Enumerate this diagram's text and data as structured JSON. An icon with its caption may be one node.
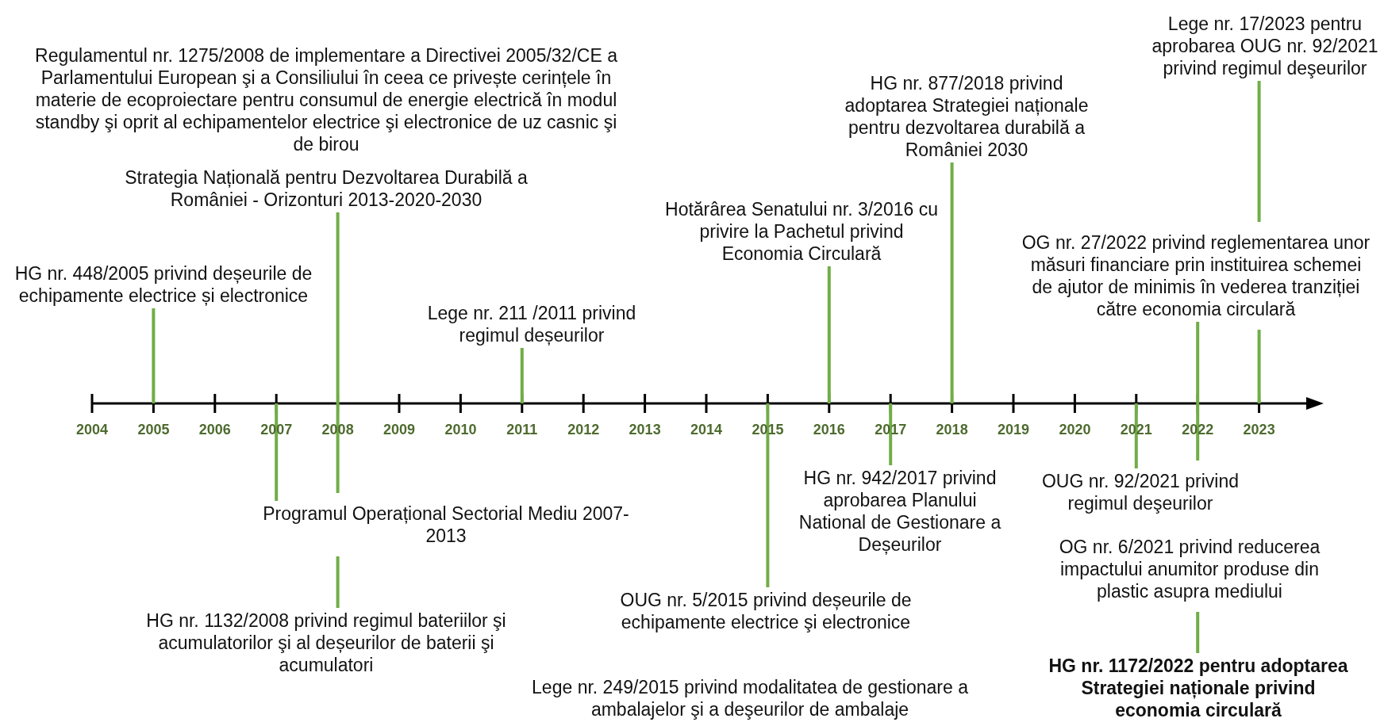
{
  "diagram": {
    "nodes": [
      {
        "text": [
          "Regulamentul nr. 1275/2008 de implementare a Directivei 2005/32/CE a Parlamentului European şi a Consiliului în ceea ce privește cerințele în materie de ecoproiectare pentru consumul de energie electrică în modul standby şi oprit al echipamentelor electrice şi electronice de uz casnic şi de birou"
        ]
      },
      {
        "text": [
          "Strategia Națională pentru Dezvoltarea Durabilă a României - Orizonturi 2013-2020-2030"
        ]
      },
      {
        "text": [
          "HG nr. 448/2005 privind deșeurile de echipamente electrice și electronice"
        ]
      },
      {
        "text": [
          "Lege nr. 211 /2011 privind regimul deșeurilor"
        ]
      },
      {
        "text": [
          "Hotărârea Senatului nr. 3/2016 cu privire la Pachetul privind Economia Circulară"
        ]
      },
      {
        "text": [
          "HG nr. 877/2018 privind adoptarea Strategiei naționale pentru dezvoltarea durabilă a României 2030"
        ]
      },
      {
        "text": [
          "Lege nr. 17/2023 pentru aprobarea OUG nr. 92/2021 privind regimul deşeurilor"
        ]
      },
      {
        "text": [
          "OG nr. 27/2022 privind reglementarea unor măsuri financiare prin instituirea schemei de ajutor de minimis în vederea tranziției către economia circulară"
        ]
      },
      {
        "text": [
          "Programul Operațional Sectorial Mediu 2007-2013"
        ]
      },
      {
        "text": [
          "HG nr. 1132/2008 privind regimul bateriilor şi acumulatorilor şi al deșeurilor de baterii şi acumulatori"
        ]
      },
      {
        "text": [
          "OUG nr. 5/2015 privind deșeurile de echipamente electrice şi electronice"
        ]
      },
      {
        "text": [
          "Lege nr. 249/2015 privind modalitatea de gestionare a ambalajelor şi a deşeurilor de ambalaje"
        ]
      },
      {
        "text": [
          "HG nr. 942/2017 privind aprobarea Planului National de Gestionare a Deșeurilor"
        ]
      },
      {
        "text": [
          "OUG nr. 92/2021 privind regimul deşeurilor"
        ]
      },
      {
        "text": [
          "OG nr. 6/2021 privind reducerea impactului anumitor produse din plastic asupra mediului"
        ]
      },
      {
        "text": [
          "HG nr. 1172/2022 pentru adoptarea Strategiei naționale privind economia circulară"
        ]
      }
    ],
    "edges": [
      {
        "from": 1,
        "to": null,
        "arrow": "none"
      },
      {
        "from": 2,
        "to": null,
        "arrow": "none"
      },
      {
        "from": 3,
        "to": null,
        "arrow": "none"
      },
      {
        "from": 4,
        "to": null,
        "arrow": "none"
      },
      {
        "from": 5,
        "to": null,
        "arrow": "none"
      },
      {
        "from": 6,
        "to": null,
        "arrow": "none"
      },
      {
        "from": 7,
        "to": null,
        "arrow": "none"
      },
      {
        "from": 8,
        "to": null,
        "arrow": "none"
      },
      {
        "from": 9,
        "to": null,
        "arrow": "none"
      },
      {
        "from": 10,
        "to": null,
        "arrow": "none"
      },
      {
        "from": 12,
        "to": null,
        "arrow": "none"
      },
      {
        "from": 13,
        "to": null,
        "arrow": "none"
      },
      {
        "from": 15,
        "to": null,
        "arrow": "none"
      }
    ],
    "labels": [
      "2004",
      "2005",
      "2006",
      "2007",
      "2008",
      "2009",
      "2010",
      "2011",
      "2012",
      "2013",
      "2014",
      "2015",
      "2016",
      "2017",
      "2018",
      "2019",
      "2020",
      "2021",
      "2022",
      "2023"
    ]
  }
}
